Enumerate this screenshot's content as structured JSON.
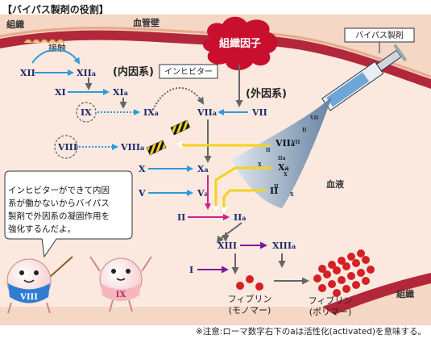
{
  "title": "【バイパス製剤の役割】",
  "labels": {
    "tissue_top": "組織",
    "vessel_wall": "血管壁",
    "tissue_factor": "組織因子",
    "bypass_agent": "バイパス製剤",
    "contact": "接触",
    "intrinsic": "(内因系)",
    "extrinsic": "(外因系)",
    "inhibitor": "インヒビター",
    "blood": "血液",
    "tissue_bottom": "組織",
    "fibrin_mono_1": "フィブリン",
    "fibrin_mono_2": "(モノマー)",
    "fibrin_poly_1": "フィブリン",
    "fibrin_poly_2": "(ポリマー)"
  },
  "factors": {
    "XII": "XII",
    "XIIa": "XII",
    "XI": "XI",
    "XIa": "XI",
    "IX": "IX",
    "IXa": "IX",
    "VIII": "VIII",
    "VIIIa": "VIII",
    "VII": "VII",
    "VIIa": "VII",
    "X": "X",
    "Xa": "X",
    "V": "V",
    "Va": "V",
    "II": "II",
    "IIa": "II",
    "XIII": "XIII",
    "XIIIa": "XIII",
    "I": "I",
    "inj_VIIa": "VII",
    "inj_Xa": "X",
    "inj_II": "II",
    "a": "a"
  },
  "speech_bubble": {
    "line1": "インヒビターができて内因",
    "line2": "系が働かないからバイパス",
    "line3": "製剤で外因系の凝固作用を",
    "line4": "強化するんだよ。"
  },
  "characters": {
    "left": "VIII",
    "right": "IX"
  },
  "footnote": "※注意:ローマ数字右下のaは活性化(activated)を意味する。",
  "colors": {
    "vessel": "#f7dccd",
    "wall": "#b3273a",
    "tissue_factor": "#c8102e",
    "blue_arrow": "#2f9bd6",
    "purple_arrow": "#7a1a9a",
    "magenta_arrow": "#d0208a",
    "yellow_arrow": "#f3d21f",
    "injection": "#7d95b0"
  }
}
